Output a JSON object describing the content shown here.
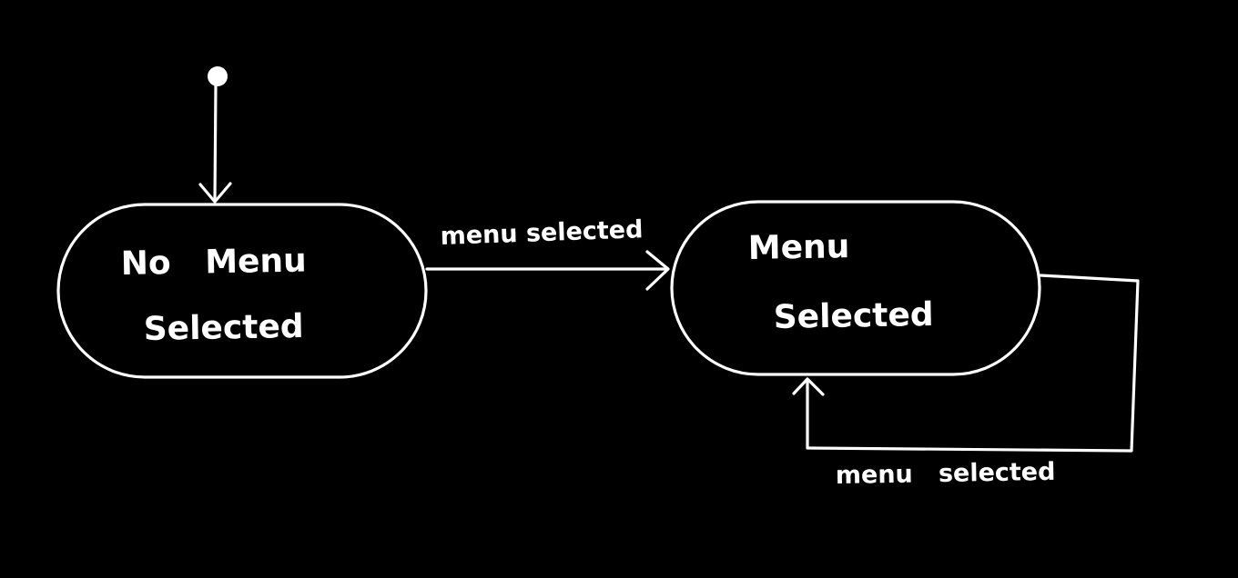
{
  "colors": {
    "background": "#000000",
    "stroke": "#ffffff",
    "text": "#ffffff"
  },
  "states": [
    {
      "line1": "No   Menu",
      "line2": "Selected"
    },
    {
      "line1": "Menu",
      "line2": "Selected"
    }
  ],
  "transitions": [
    {
      "label": "menu selected"
    },
    {
      "label": "menu   selected"
    }
  ]
}
